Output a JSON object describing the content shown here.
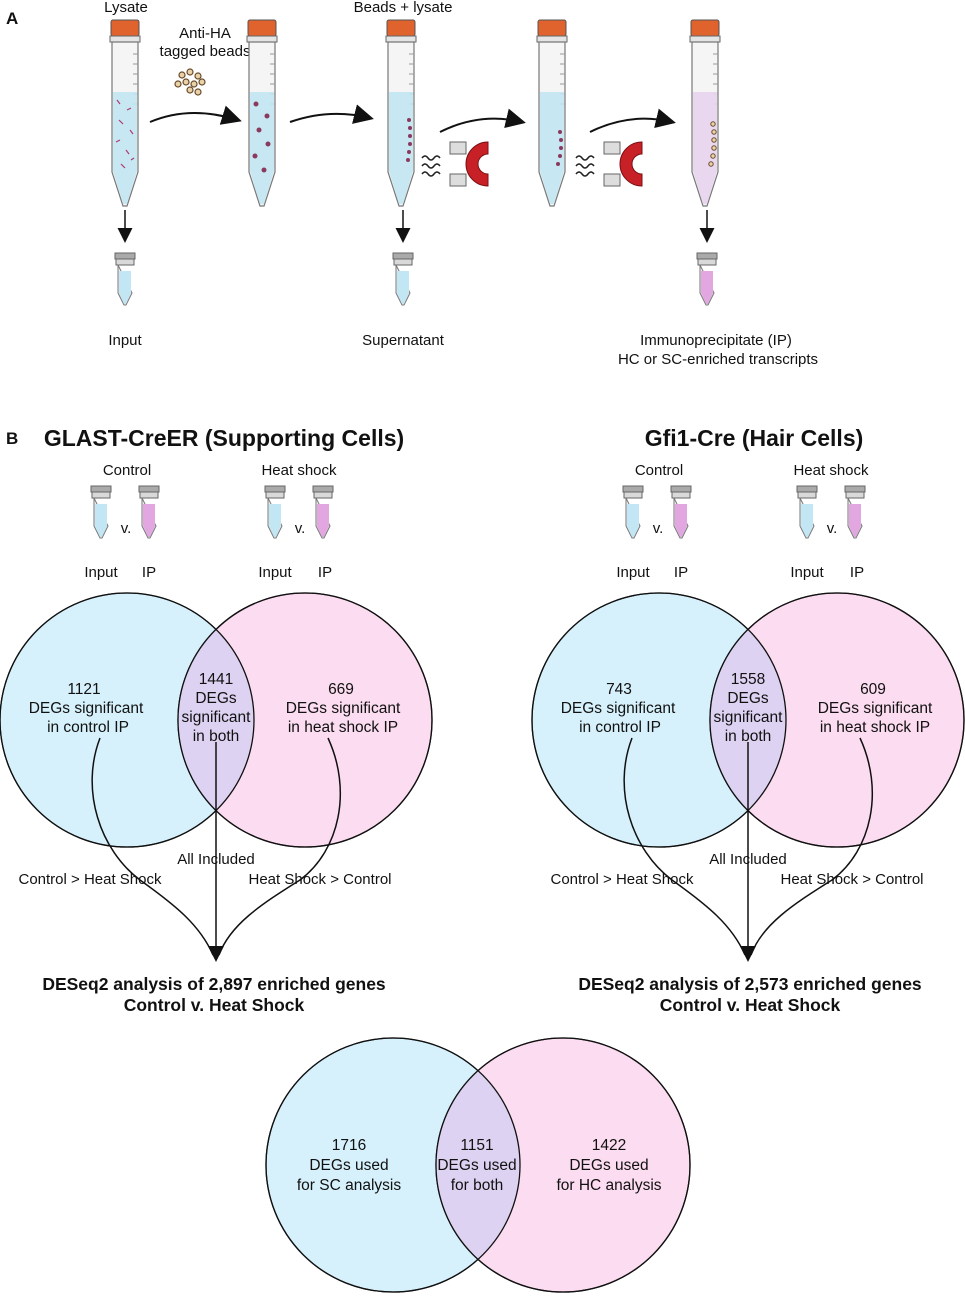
{
  "colors": {
    "cyan_fill": "#d6f1fb",
    "pink_fill": "#fbdcf0",
    "overlap_fill": "#ddd2f1",
    "tube_cap": "#e0622d",
    "magnet": "#c82027",
    "liquid": "#c2e6f3",
    "liquid_pink": "#e8d4ee"
  },
  "panel_a": {
    "label": "A",
    "step_labels": {
      "lysate": "Lysate",
      "beads": "Anti-HA\ntagged beads",
      "beads_lysate": "Beads + lysate"
    },
    "outputs": {
      "input": "Input",
      "supernatant": "Supernatant",
      "ip": "Immunoprecipitate (IP)",
      "ip_sub": "HC or SC-enriched transcripts"
    }
  },
  "panel_b": {
    "label": "B",
    "left": {
      "title": "GLAST-CreER (Supporting Cells)",
      "control": "Control",
      "heat": "Heat shock",
      "input": "Input",
      "ip": "IP",
      "vs": "v.",
      "venn": {
        "left_count": "1121",
        "left_l1": "DEGs significant",
        "left_l2": "in control IP",
        "mid_count": "1441",
        "mid_l1": "DEGs",
        "mid_l2": "significant",
        "mid_l3": "in both",
        "right_count": "669",
        "right_l1": "DEGs significant",
        "right_l2": "in heat shock IP"
      },
      "all_included": "All Included",
      "ctrl_gt": "Control > Heat Shock",
      "heat_gt": "Heat Shock > Control",
      "deseq": "DESeq2 analysis of 2,897 enriched genes",
      "deseq_sub": "Control v. Heat Shock"
    },
    "right": {
      "title": "Gfi1-Cre (Hair Cells)",
      "control": "Control",
      "heat": "Heat shock",
      "input": "Input",
      "ip": "IP",
      "vs": "v.",
      "venn": {
        "left_count": "743",
        "left_l1": "DEGs significant",
        "left_l2": "in control IP",
        "mid_count": "1558",
        "mid_l1": "DEGs",
        "mid_l2": "significant",
        "mid_l3": "in both",
        "right_count": "609",
        "right_l1": "DEGs significant",
        "right_l2": "in heat shock IP"
      },
      "all_included": "All Included",
      "ctrl_gt": "Control > Heat Shock",
      "heat_gt": "Heat Shock > Control",
      "deseq": "DESeq2 analysis of 2,573 enriched genes",
      "deseq_sub": "Control v. Heat Shock"
    },
    "bottom": {
      "left_count": "1716",
      "left_l1": "DEGs used",
      "left_l2": "for SC analysis",
      "mid_count": "1151",
      "mid_l1": "DEGs used",
      "mid_l2": "for both",
      "right_count": "1422",
      "right_l1": "DEGs used",
      "right_l2": "for HC analysis"
    }
  }
}
